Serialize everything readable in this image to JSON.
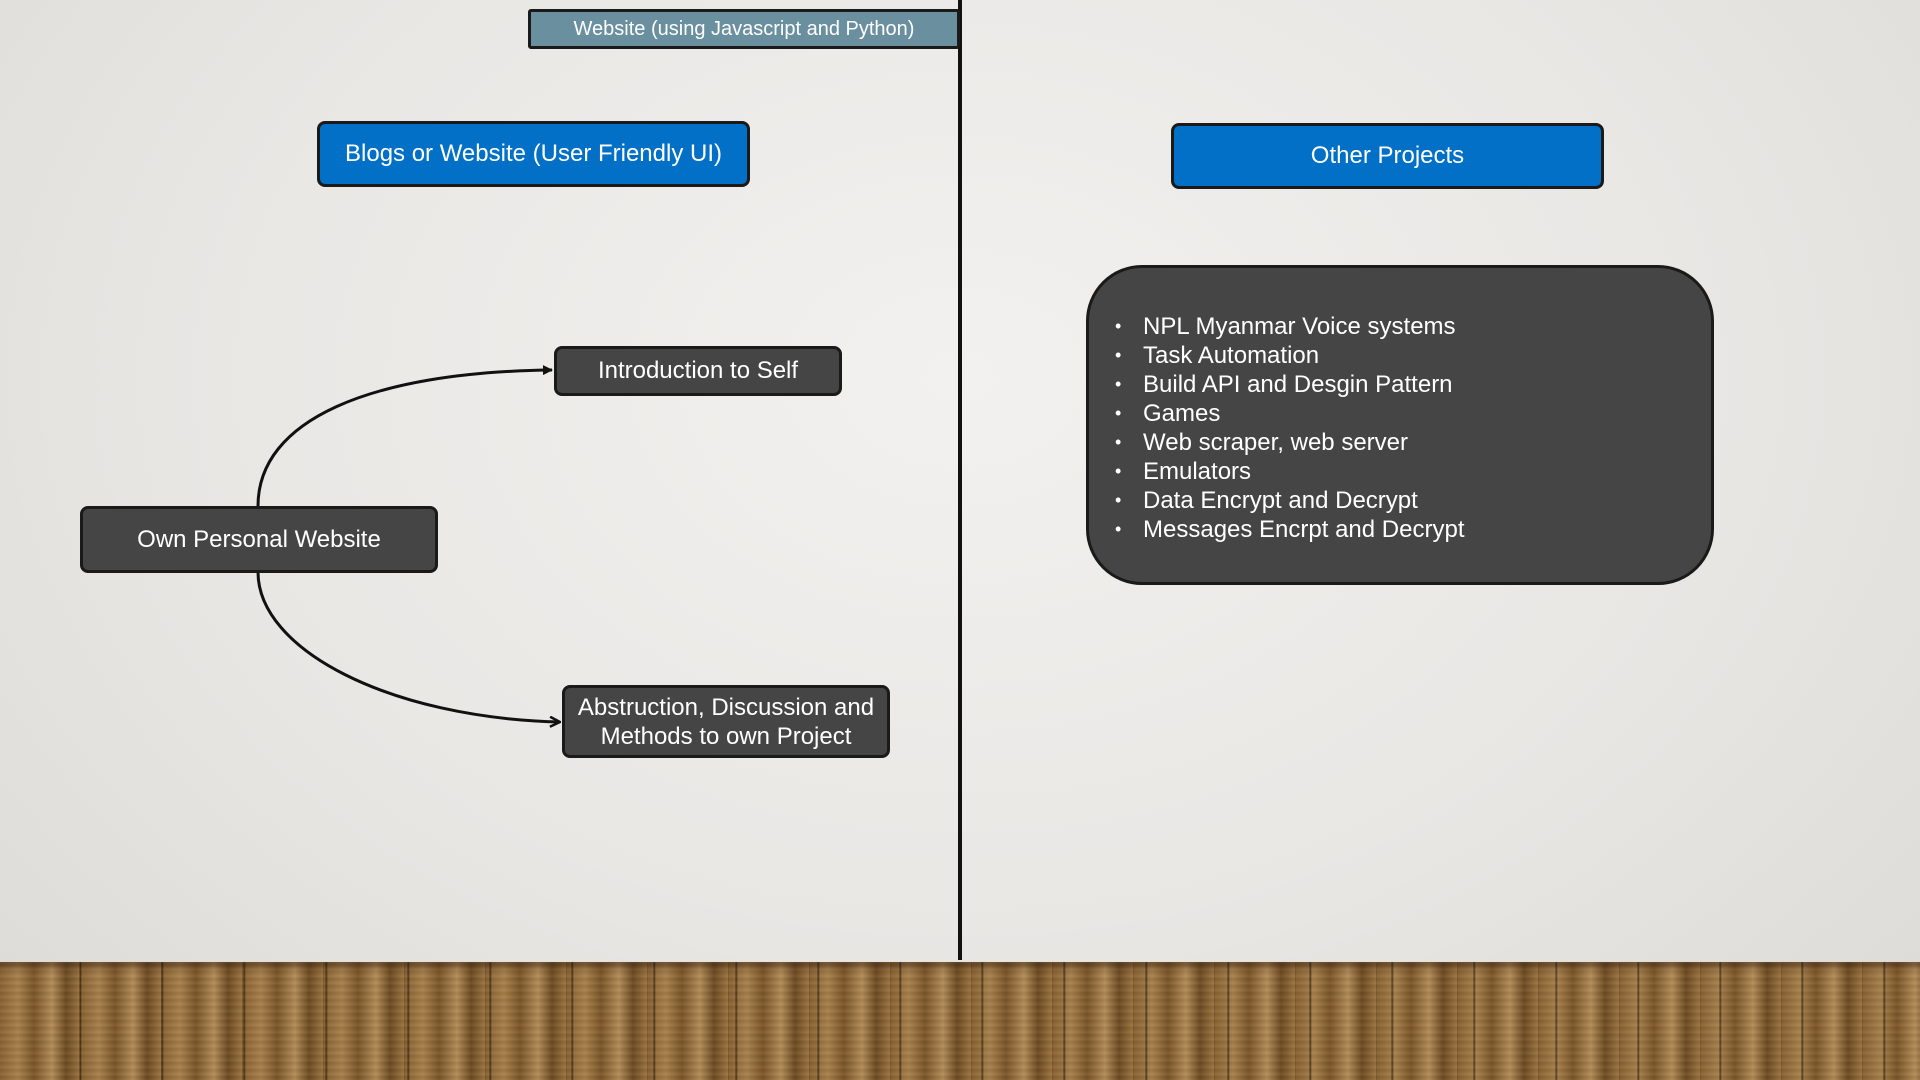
{
  "header_box": {
    "label": "Website (using Javascript and Python)"
  },
  "left": {
    "section_title": "Blogs or Website (User Friendly UI)",
    "root_node": "Own Personal Website",
    "child_nodes": [
      {
        "label": "Introduction to Self"
      },
      {
        "label_line1": "Abstruction, Discussion and",
        "label_line2": "Methods to own Project"
      }
    ]
  },
  "right": {
    "section_title": "Other Projects",
    "bullet_symbol": "•",
    "items": [
      "NPL Myanmar Voice systems",
      "Task Automation",
      "Build API and Desgin Pattern",
      "Games",
      "Web scraper, web server",
      "Emulators",
      "Data Encrypt and Decrypt",
      "Messages Encrpt and Decrypt"
    ]
  },
  "colors": {
    "blue_box": "#0270c6",
    "dark_box": "#454545",
    "header_box": "#6a8f9f"
  }
}
